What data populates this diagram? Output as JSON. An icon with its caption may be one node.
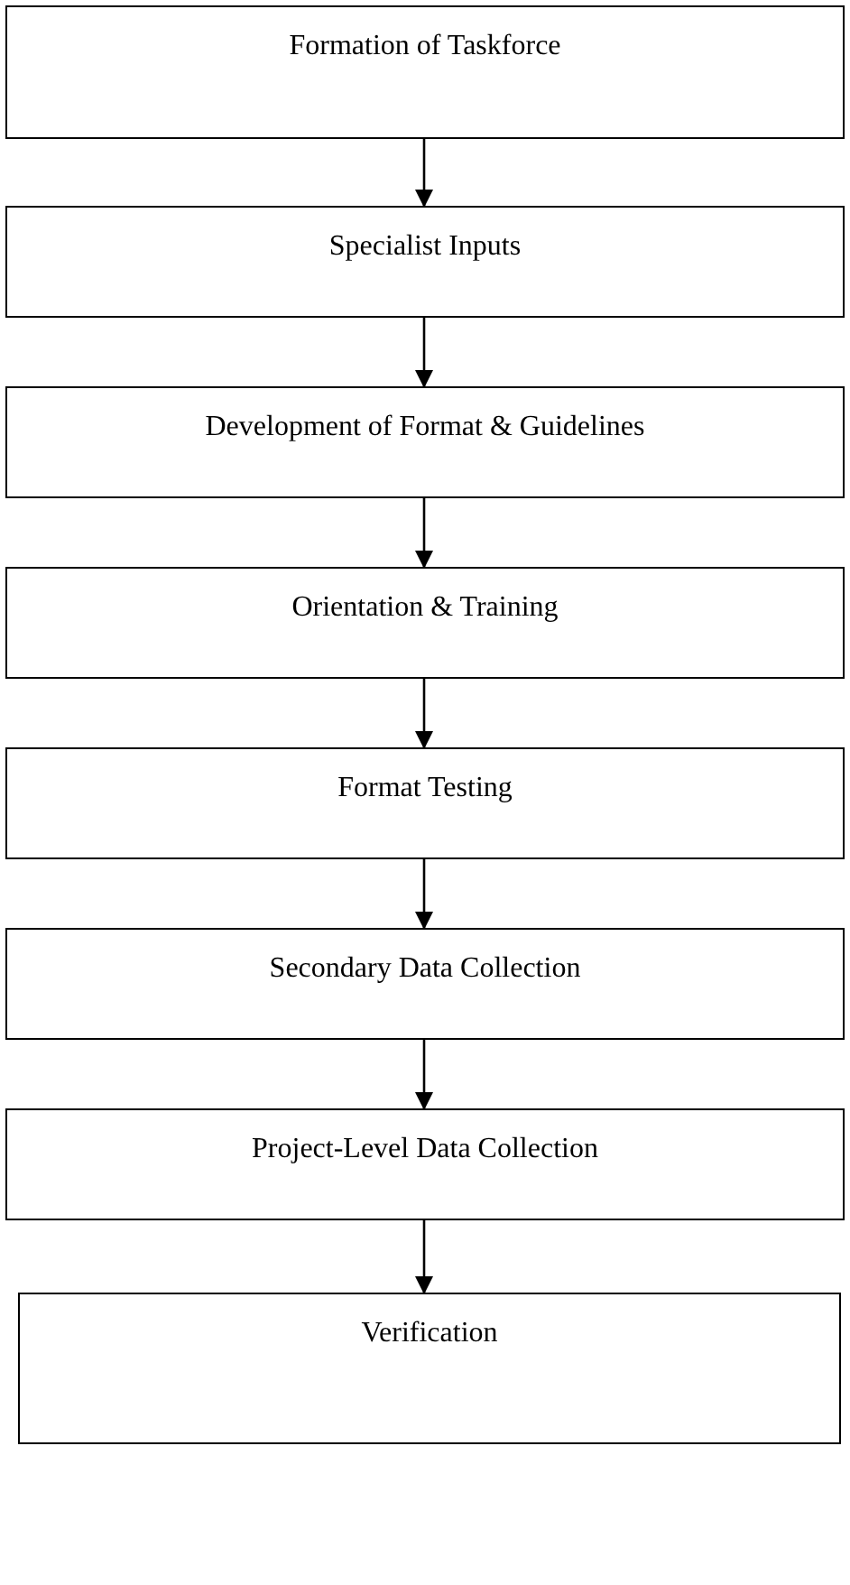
{
  "diagram": {
    "nodes": [
      {
        "text": [
          "Formation of Taskforce"
        ]
      },
      {
        "text": [
          "Specialist Inputs"
        ]
      },
      {
        "text": [
          "Development of Format & Guidelines"
        ]
      },
      {
        "text": [
          "Orientation & Training"
        ]
      },
      {
        "text": [
          "Format Testing"
        ]
      },
      {
        "text": [
          "Secondary Data Collection"
        ]
      },
      {
        "text": [
          "Project-Level Data Collection"
        ]
      },
      {
        "text": [
          "Verification"
        ]
      }
    ],
    "edges": [
      {
        "from": 0,
        "to": 1,
        "arrow": "to"
      },
      {
        "from": 1,
        "to": 2,
        "arrow": "to"
      },
      {
        "from": 2,
        "to": 3,
        "arrow": "to"
      },
      {
        "from": 3,
        "to": 4,
        "arrow": "to"
      },
      {
        "from": 4,
        "to": 5,
        "arrow": "to"
      },
      {
        "from": 5,
        "to": 6,
        "arrow": "to"
      },
      {
        "from": 6,
        "to": 7,
        "arrow": "to"
      }
    ]
  }
}
